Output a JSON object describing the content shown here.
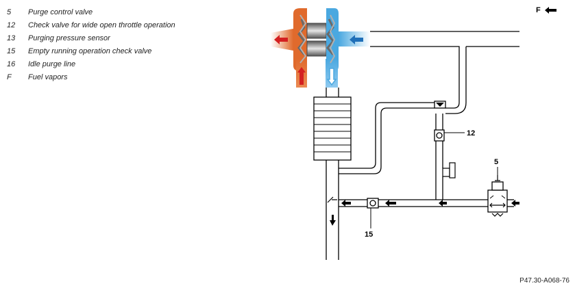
{
  "legend": [
    {
      "num": "5",
      "text": "Purge control valve"
    },
    {
      "num": "12",
      "text": "Check valve for wide open throttle operation"
    },
    {
      "num": "13",
      "text": "Purging pressure sensor"
    },
    {
      "num": "15",
      "text": "Empty running operation check valve"
    },
    {
      "num": "16",
      "text": "Idle purge line"
    },
    {
      "num": "F",
      "text": "Fuel vapors"
    }
  ],
  "direction_label": "F",
  "callouts": {
    "c12": "12",
    "c5": "5",
    "c15": "15"
  },
  "figure_ref": "P47.30-A068-76",
  "colors": {
    "hot": "#e06a2c",
    "cold": "#4aa8e0",
    "arrow_red": "#d42020",
    "arrow_blue": "#1f6fb8",
    "line": "#000000"
  }
}
